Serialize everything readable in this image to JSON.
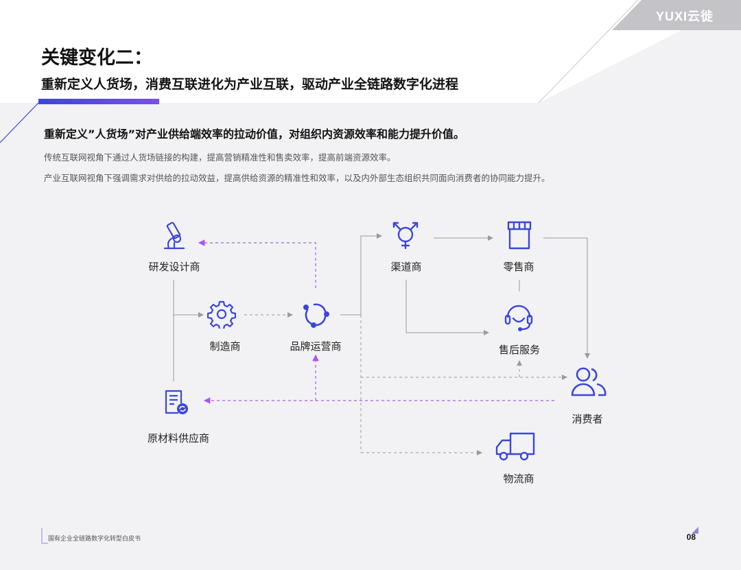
{
  "brand": {
    "logo_text": "YUXI云徙"
  },
  "header": {
    "title": "关键变化二：",
    "subtitle": "重新定义人货场，消费互联进化为产业互联，驱动产业全链路数字化进程"
  },
  "content": {
    "headline": "重新定义”人货场”对产业供给端效率的拉动价值，对组织内资源效率和能力提升价值。",
    "lines": [
      "传统互联网视角下通过人货场链接的构建，提高营销精准性和售卖效率，提高前端资源效率。",
      "产业互联网视角下强调需求对供给的拉动效益，提高供给资源的精准性和效率，以及内外部生态组织共同面向消费者的协同能力提升。"
    ]
  },
  "diagram": {
    "nodes": {
      "rd": {
        "label": "研发设计商",
        "icon": "microscope-icon"
      },
      "manufacturer": {
        "label": "制造商",
        "icon": "gear-icon"
      },
      "brand": {
        "label": "品牌运营商",
        "icon": "cycle-icon"
      },
      "material": {
        "label": "原材料供应商",
        "icon": "document-recycle-icon"
      },
      "channel": {
        "label": "渠道商",
        "icon": "gender-icon"
      },
      "retail": {
        "label": "零售商",
        "icon": "store-icon"
      },
      "service": {
        "label": "售后服务",
        "icon": "headset-icon"
      },
      "consumer": {
        "label": "消费者",
        "icon": "users-icon"
      },
      "logistics": {
        "label": "物流商",
        "icon": "truck-icon"
      }
    },
    "colors": {
      "icon": "#3b46d9",
      "dashed_purple": "#a855f7",
      "line_gray": "#9a9a9a"
    }
  },
  "footer": {
    "doc_title": "国有企业全链路数字化转型白皮书",
    "page": "08"
  }
}
